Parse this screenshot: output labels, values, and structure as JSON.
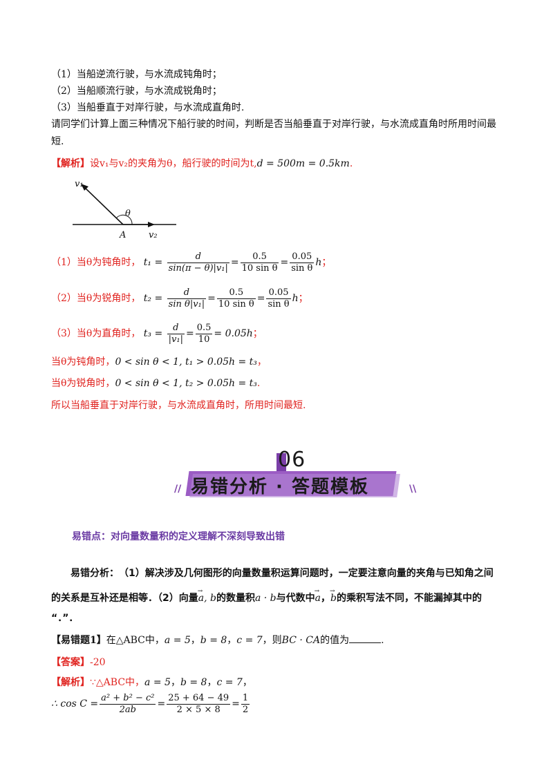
{
  "problem": {
    "item1": "（1）当船逆流行驶，与水流成钝角时；",
    "item2": "（2）当船顺流行驶，与水流成锐角时；",
    "item3": "（3）当船垂直于对岸行驶，与水流成直角时.",
    "question_a": "请同学们计算上面三种情况下船行驶的时间，判断是否当船垂直于对岸行驶，与水流成直角时所用时间最",
    "question_b": "短."
  },
  "analysis": {
    "tag": "【解析】",
    "lead": "设v₁与v₂的夹角为θ，船行驶的时间为t,",
    "given": "d = 500m = 0.5km",
    "end": "."
  },
  "figure": {
    "v1": "v₁",
    "theta": "θ",
    "a": "A",
    "v2": "v₂"
  },
  "cases": {
    "c1_prefix": "（1）当θ为钝角时，",
    "c1_t": "t₁ =",
    "c1_f1_num": "d",
    "c1_f1_den": "sin(π − θ)|v₁|",
    "c1_f2_num": "0.5",
    "c1_f2_den": "10 sin θ",
    "c1_f3_num": "0.05",
    "c1_f3_den": "sin θ",
    "c1_tail": "h",
    "c1_sep": "；",
    "c2_prefix": "（2）当θ为锐角时，",
    "c2_t": "t₂ =",
    "c2_f1_num": "d",
    "c2_f1_den": "sin θ|v₁|",
    "c2_f2_num": "0.5",
    "c2_f2_den": "10 sin θ",
    "c2_f3_num": "0.05",
    "c2_f3_den": "sin θ",
    "c2_tail": "h",
    "c2_sep": "；",
    "c3_prefix": "（3）当θ为直角时，",
    "c3_t": "t₃ =",
    "c3_f1_num": "d",
    "c3_f1_den": "|v₁|",
    "c3_f2_num": "0.5",
    "c3_f2_den": "10",
    "c3_tail": "= 0.05h",
    "c3_sep": "；"
  },
  "conclusions": {
    "l1_prefix": "当θ为钝角时，",
    "l1_math": "0 < sin θ < 1, t₁ > 0.05h = t₃",
    "l1_end": "，",
    "l2_prefix": "当θ为锐角时，",
    "l2_math": "0 < sin θ < 1, t₂ > 0.05h = t₃",
    "l2_end": ".",
    "final": "所以当船垂直于对岸行驶，与水流成直角时，所用时间最短."
  },
  "banner": {
    "number": "06",
    "title": "易错分析 · 答题模板",
    "deco_left": "//",
    "deco_right": "\\\\"
  },
  "error_point": {
    "heading": "易错点：对向量数量积的定义理解不深刻导致出错",
    "analysis_a": "易错分析：　（1）解决涉及几何图形的向量数量积运算问题时，一定要注意向量的夹角与已知角之间",
    "analysis_b1": "的关系是互补还是相等．（2）向量",
    "vec_ab": "a, b",
    "analysis_b2": "的数量积",
    "dot_ab": "a · b",
    "analysis_b3": "与代数中",
    "vec_a": "a",
    "analysis_b4": "，",
    "vec_b": "b",
    "analysis_b5": "的乘积写法不同，不能漏掉其中的",
    "analysis_c": "“．”．"
  },
  "exercise": {
    "tag": "【易错题1】",
    "text1": "在△ABC中，",
    "a": "a = 5",
    "sep1": "，",
    "b": "b = 8",
    "sep2": "，",
    "c": "c = 7",
    "text2": "，则",
    "expr": "BC · CA",
    "text3": "的值为",
    "end": "."
  },
  "answer": {
    "tag": "【答案】",
    "value": "-20"
  },
  "solution": {
    "tag": "【解析】",
    "text1": "∵△ABC中，",
    "a": "a = 5",
    "sep1": "，",
    "b": "b = 8",
    "sep2": "，",
    "c": "c = 7",
    "end": "，",
    "cos_lhs": "∴ cos C =",
    "f1_num": "a² + b² − c²",
    "f1_den": "2ab",
    "f2_num": "25 + 64 − 49",
    "f2_den": "2 × 5 × 8",
    "f3_num": "1",
    "f3_den": "2"
  },
  "colors": {
    "red": "#e0231f",
    "purple": "#6a3aa3",
    "banner_title": "#1a1a1a"
  }
}
